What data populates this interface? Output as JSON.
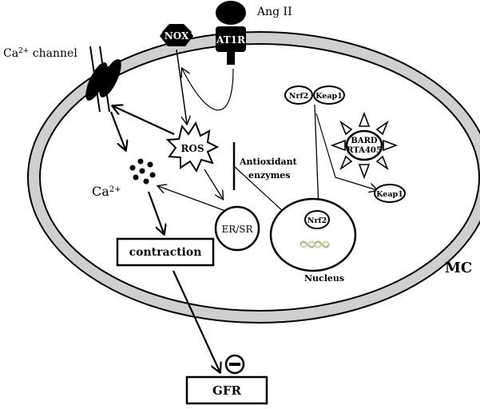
{
  "labels": {
    "ang_ii": "Ang II",
    "at1r": "AT1R",
    "nox": "NOX",
    "ca_channel": "Ca",
    "ca_channel_sup": "2+",
    "ca_channel_suffix": " channel",
    "nrf2_top": "Nrf2",
    "keap1_top": "Keap1",
    "bard_line1": "BARD",
    "bard_line2": "RTA405",
    "ros": "ROS",
    "antioxidant_line1": "Antioxidant",
    "antioxidant_line2": "enzymes",
    "keap1_right": "Keap1",
    "ca_ion": "Ca",
    "ca_ion_sup": "2+",
    "nrf2_nucleus": "Nrf2",
    "er_sr": "ER/SR",
    "contraction": "contraction",
    "nucleus": "Nucleus",
    "mc": "MC",
    "gfr": "GFR",
    "inhibit_symbol": "⊖"
  },
  "colors": {
    "ink": "#000000",
    "membrane_fill": "#cfcfcf",
    "white": "#ffffff",
    "dna_green": "#b9c79a"
  }
}
